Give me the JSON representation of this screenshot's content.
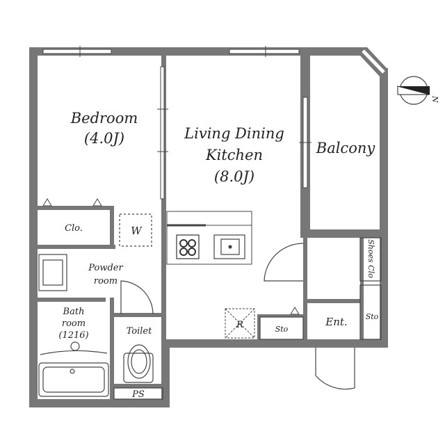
{
  "rooms": {
    "bedroom": {
      "name": "Bedroom",
      "size": "(4.0J)"
    },
    "ldk": {
      "line1": "Living Dining",
      "line2": "Kitchen",
      "size": "(8.0J)"
    },
    "balcony": {
      "name": "Balcony"
    },
    "closet": {
      "name": "Clo."
    },
    "washer": {
      "name": "W"
    },
    "powder": {
      "line1": "Powder",
      "line2": "room"
    },
    "bath": {
      "line1": "Bath",
      "line2": "room",
      "size": "(1216)"
    },
    "toilet": {
      "name": "Toilet"
    },
    "ps": {
      "name": "PS"
    },
    "fridge": {
      "name": "R"
    },
    "storage_kitchen": {
      "name": "Sto"
    },
    "entrance": {
      "name": "Ent."
    },
    "storage_entrance": {
      "name": "Sto"
    },
    "shoes_closet": {
      "name": "Shoes Clo"
    }
  },
  "compass": {
    "label": "N"
  },
  "colors": {
    "wall": "#777777",
    "line": "#444444",
    "background": "#ffffff"
  }
}
